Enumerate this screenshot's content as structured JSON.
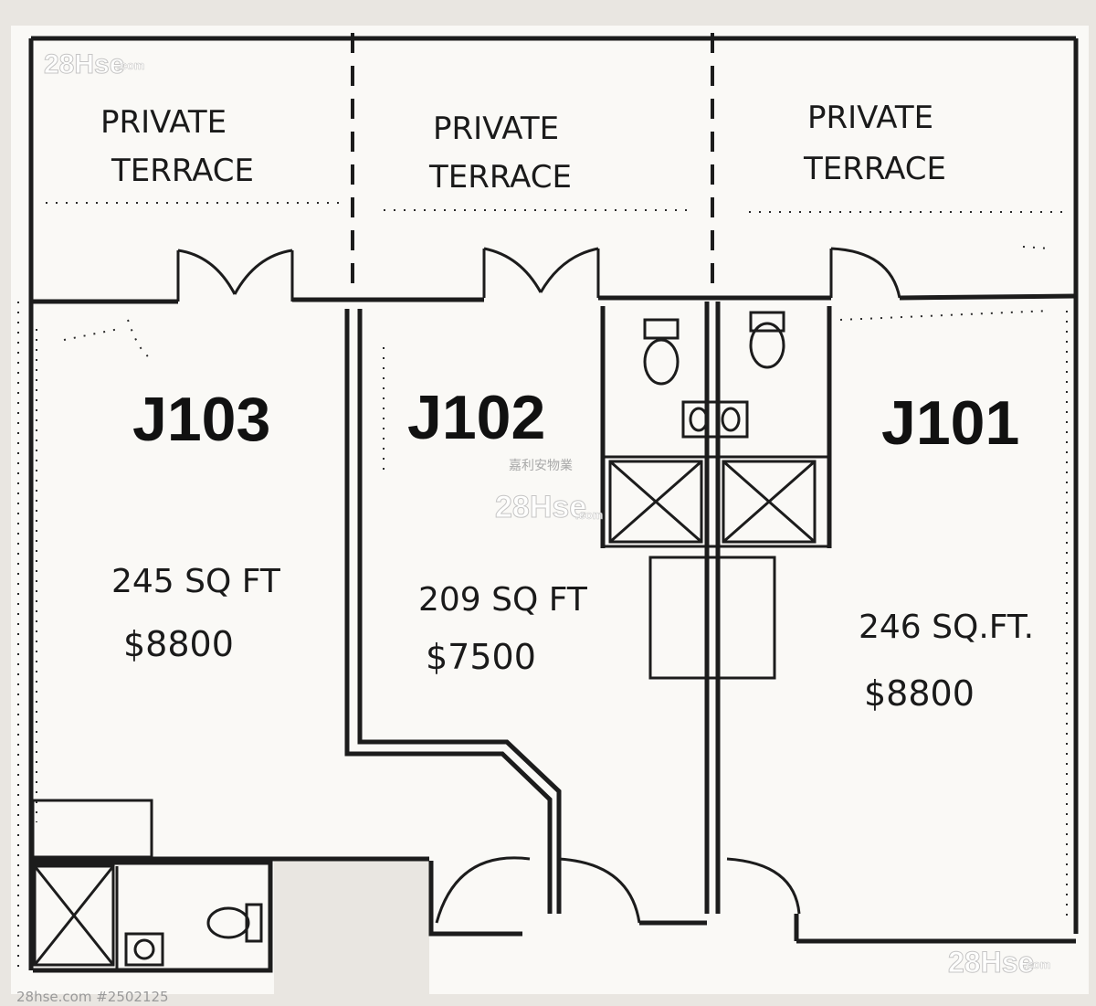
{
  "watermark": {
    "logo_top_left": "28Hse",
    "logo_top_left_suffix": ".com",
    "logo_center": "28Hse",
    "logo_center_suffix": ".com",
    "logo_bottom_right": "28Hse",
    "logo_bottom_right_suffix": ".com",
    "agency_name": "嘉利安物業",
    "footer_ref": "28hse.com #2502125"
  },
  "terraces": [
    {
      "line1": "PRIVATE",
      "line2": "TERRACE"
    },
    {
      "line1": "PRIVATE",
      "line2": "TERRACE"
    },
    {
      "line1": "PRIVATE",
      "line2": "TERRACE"
    }
  ],
  "units": [
    {
      "id": "J103",
      "area": "245 SQ FT",
      "price": "$8800"
    },
    {
      "id": "J102",
      "area": "209 SQ FT",
      "price": "$7500"
    },
    {
      "id": "J101",
      "area": "246 SQ.FT.",
      "price": "$8800"
    }
  ],
  "colors": {
    "paper": "#faf9f6",
    "ink": "#1c1c1c",
    "watermark": "#c9c9c9"
  }
}
